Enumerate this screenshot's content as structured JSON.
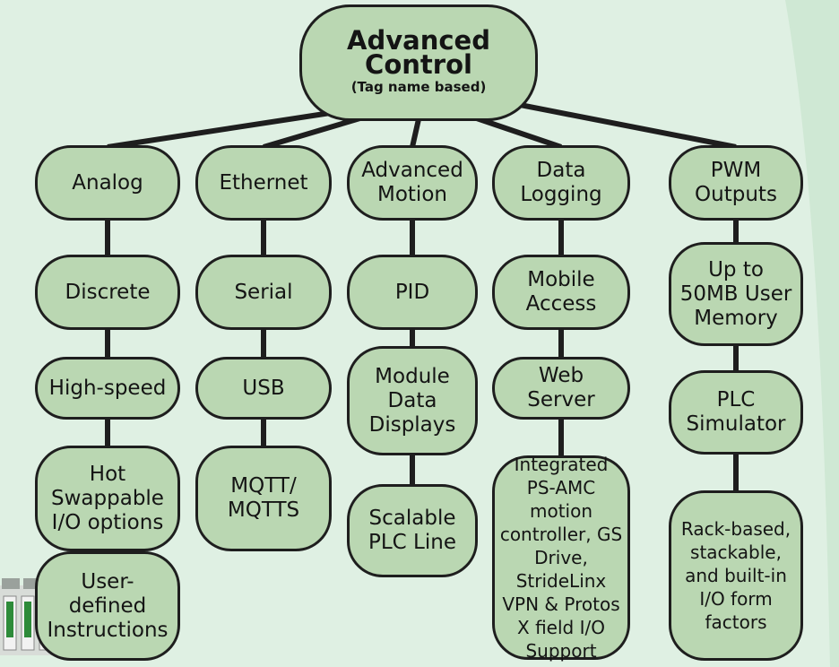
{
  "colors": {
    "background": "#dff0e3",
    "node_fill": "#bad7b2",
    "line": "#1e1e1e",
    "text": "#141414"
  },
  "root": {
    "title": "Advanced\nControl",
    "subtitle": "(Tag name based)"
  },
  "columns": [
    {
      "nodes": [
        "Analog",
        "Discrete",
        "High-speed",
        "Hot\nSwappable\nI/O options",
        "User-\ndefined\nInstructions"
      ]
    },
    {
      "nodes": [
        "Ethernet",
        "Serial",
        "USB",
        "MQTT/\nMQTTS"
      ]
    },
    {
      "nodes": [
        "Advanced\nMotion",
        "PID",
        "Module\nData\nDisplays",
        "Scalable\nPLC Line"
      ]
    },
    {
      "nodes": [
        "Data\nLogging",
        "Mobile\nAccess",
        "Web\nServer",
        "Integrated\nPS-AMC motion\ncontroller, GS\nDrive, StrideLinx\nVPN  & Protos\nX field I/O\nSupport"
      ]
    },
    {
      "nodes": [
        "PWM\nOutputs",
        "Up to\n50MB User\nMemory",
        "PLC\nSimulator",
        "Rack-based,\nstackable,\nand built-in\nI/O form\nfactors"
      ]
    }
  ],
  "image": {
    "name": "plc-hardware-photo"
  }
}
